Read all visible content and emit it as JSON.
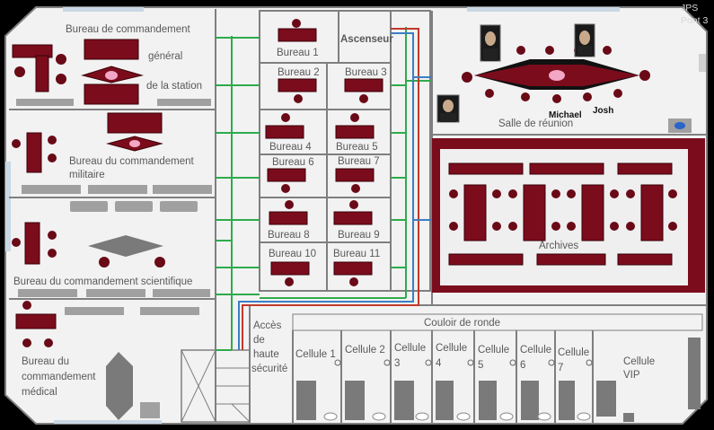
{
  "header": {
    "ship": "JPS",
    "deck": "Pont 3"
  },
  "rooms": {
    "general_command": {
      "line1": "Bureau de commandement",
      "line2": "général",
      "line3": "de la station"
    },
    "military_command": {
      "line1": "Bureau du commandement",
      "line2": "militaire"
    },
    "science_command": {
      "line1": "Bureau du commandement scientifique"
    },
    "medical_command": {
      "line1": "Bureau du",
      "line2": "commandement",
      "line3": "médical"
    },
    "offices": [
      "Bureau 1",
      "Ascenseur",
      "Bureau 2",
      "Bureau 3",
      "Bureau 4",
      "Bureau 5",
      "Bureau 6",
      "Bureau 7",
      "Bureau 8",
      "Bureau 9",
      "Bureau 10",
      "Bureau 11"
    ],
    "meeting_room": {
      "label": "Salle de réunion"
    },
    "archives": {
      "label": "Archives"
    },
    "corridor": {
      "label": "Couloir de ronde"
    },
    "security": {
      "line1": "Accès",
      "line2": "de",
      "line3": "haute",
      "line4": "sécurité"
    },
    "cells": [
      {
        "line1": "Cellule 1",
        "line2": ""
      },
      {
        "line1": "Cellule 2",
        "line2": ""
      },
      {
        "line1": "Cellule",
        "line2": "3"
      },
      {
        "line1": "Cellule",
        "line2": "4"
      },
      {
        "line1": "Cellule",
        "line2": "5"
      },
      {
        "line1": "Cellule",
        "line2": "6"
      },
      {
        "line1": "Cellule",
        "line2": "7"
      },
      {
        "line1": "Cellule",
        "line2": "VIP"
      }
    ]
  },
  "people": {
    "michael": "Michael",
    "josh": "Josh"
  },
  "colors": {
    "hull": "#f2f2f2",
    "wall": "#7f7f7f",
    "furniture": "#7b0c1c",
    "network_green": "#2eab4b",
    "network_red": "#c0392b",
    "network_blue": "#3b7fc4"
  },
  "icons": {
    "portrait": "person-portrait-icon",
    "terminal": "screen-icon"
  }
}
